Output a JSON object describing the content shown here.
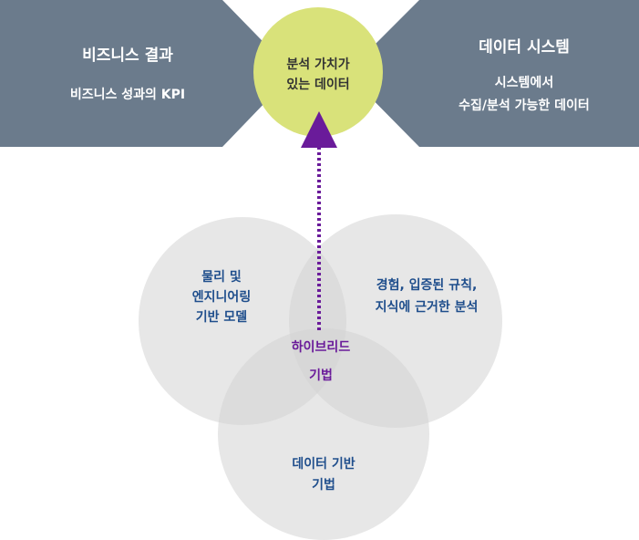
{
  "colors": {
    "banner": "#6b7b8c",
    "center_circle": "#d9e27a",
    "venn_circle": "#e3e3e3",
    "label_blue": "#1f4e8c",
    "hybrid_purple": "#6a1b9a",
    "arrow": "#6a1b9a"
  },
  "top_left": {
    "title": "비즈니스 결과",
    "subtitle": "비즈니스 성과의 KPI"
  },
  "top_right": {
    "title": "데이터 시스템",
    "subtitle_line1": "시스템에서",
    "subtitle_line2": "수집/분석 가능한 데이터"
  },
  "center": {
    "line1": "분석 가치가",
    "line2": "있는 데이터"
  },
  "venn": {
    "left": {
      "line1": "물리 및",
      "line2": "엔지니어링",
      "line3": "기반 모델"
    },
    "right": {
      "line1": "경험, 입증된 규칙,",
      "line2": "지식에 근거한 분석"
    },
    "bottom": {
      "line1": "데이터 기반",
      "line2": "기법"
    },
    "hybrid": {
      "line1": "하이브리드",
      "line2": "기법"
    }
  }
}
